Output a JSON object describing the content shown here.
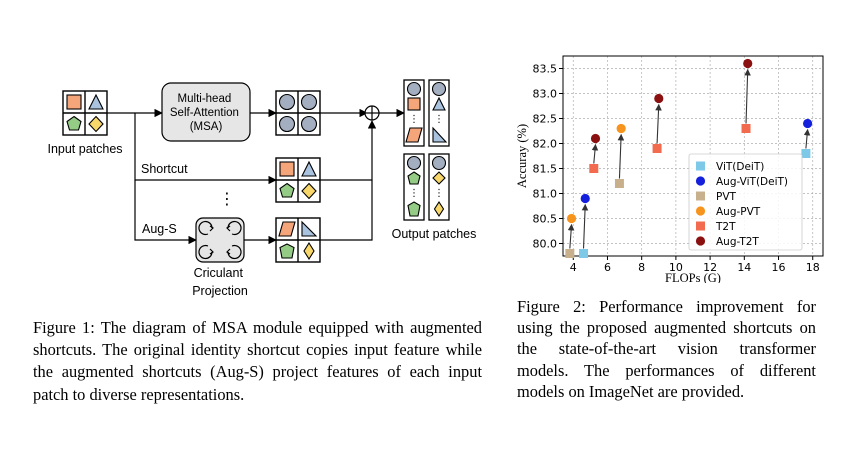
{
  "figure1": {
    "input_label": "Input patches",
    "msa_lines": [
      "Multi-head",
      "Self-Attention",
      "(MSA)"
    ],
    "shortcut_label": "Shortcut",
    "augs_label": "Aug-S",
    "dots": "⋮",
    "proj_line1": "Criculant",
    "proj_line2": "Projection",
    "output_label": "Output patches",
    "plus": "+",
    "colors": {
      "square": "#f4a57a",
      "triangle": "#a9c3de",
      "pentagon": "#95cc85",
      "diamond": "#f7d66a",
      "circle": "#a3aec0"
    },
    "caption": "Figure 1: The diagram of MSA module equipped with augmented shortcuts. The original identity shortcut copies input feature while the augmented shortcuts (Aug-S) project features of each input patch to diverse representations."
  },
  "figure2": {
    "chart_data": {
      "type": "scatter",
      "xlabel": "FLOPs (G)",
      "ylabel": "Accuray (%)",
      "xlim": [
        3.4,
        18.6
      ],
      "ylim": [
        79.75,
        83.75
      ],
      "xticks": [
        4,
        6,
        8,
        10,
        12,
        14,
        16,
        18
      ],
      "yticks": [
        80.0,
        80.5,
        81.0,
        81.5,
        82.0,
        82.5,
        83.0,
        83.5
      ],
      "xtick_labels": [
        "4",
        "6",
        "8",
        "10",
        "12",
        "14",
        "16",
        "18"
      ],
      "ytick_labels": [
        "80.0",
        "80.5",
        "81.0",
        "81.5",
        "82.0",
        "82.5",
        "83.0",
        "83.5"
      ],
      "grid": true,
      "legend_position": "lower-right",
      "series": [
        {
          "name": "ViT(DeiT)",
          "marker": "square",
          "color": "#7ec8e8",
          "points": [
            {
              "x": 4.6,
              "y": 79.8
            },
            {
              "x": 17.6,
              "y": 81.8
            }
          ]
        },
        {
          "name": "Aug-ViT(DeiT)",
          "marker": "circle",
          "color": "#1420dc",
          "points": [
            {
              "x": 4.7,
              "y": 80.9
            },
            {
              "x": 17.7,
              "y": 82.4
            }
          ]
        },
        {
          "name": "PVT",
          "marker": "square",
          "color": "#c8b08c",
          "points": [
            {
              "x": 3.8,
              "y": 79.8
            },
            {
              "x": 6.7,
              "y": 81.2
            }
          ]
        },
        {
          "name": "Aug-PVT",
          "marker": "circle",
          "color": "#f7941d",
          "points": [
            {
              "x": 3.9,
              "y": 80.5
            },
            {
              "x": 6.8,
              "y": 82.3
            }
          ]
        },
        {
          "name": "T2T",
          "marker": "square",
          "color": "#f26b4f",
          "points": [
            {
              "x": 5.2,
              "y": 81.5
            },
            {
              "x": 8.9,
              "y": 81.9
            },
            {
              "x": 14.1,
              "y": 82.3
            }
          ]
        },
        {
          "name": "Aug-T2T",
          "marker": "circle",
          "color": "#8b1010",
          "points": [
            {
              "x": 5.3,
              "y": 82.1
            },
            {
              "x": 9.0,
              "y": 82.9
            },
            {
              "x": 14.2,
              "y": 83.6
            }
          ]
        }
      ],
      "arrows": [
        {
          "from": [
            3.8,
            79.8
          ],
          "to": [
            3.9,
            80.5
          ]
        },
        {
          "from": [
            4.6,
            79.8
          ],
          "to": [
            4.7,
            80.9
          ]
        },
        {
          "from": [
            5.2,
            81.5
          ],
          "to": [
            5.3,
            82.1
          ]
        },
        {
          "from": [
            6.7,
            81.2
          ],
          "to": [
            6.8,
            82.3
          ]
        },
        {
          "from": [
            8.9,
            81.9
          ],
          "to": [
            9.0,
            82.9
          ]
        },
        {
          "from": [
            14.1,
            82.3
          ],
          "to": [
            14.2,
            83.6
          ]
        },
        {
          "from": [
            17.6,
            81.8
          ],
          "to": [
            17.7,
            82.4
          ]
        }
      ]
    },
    "caption": "Figure 2: Performance improvement for using the proposed augmented shortcuts on the state-of-the-art vision transformer models. The performances of different models on ImageNet are provided."
  }
}
